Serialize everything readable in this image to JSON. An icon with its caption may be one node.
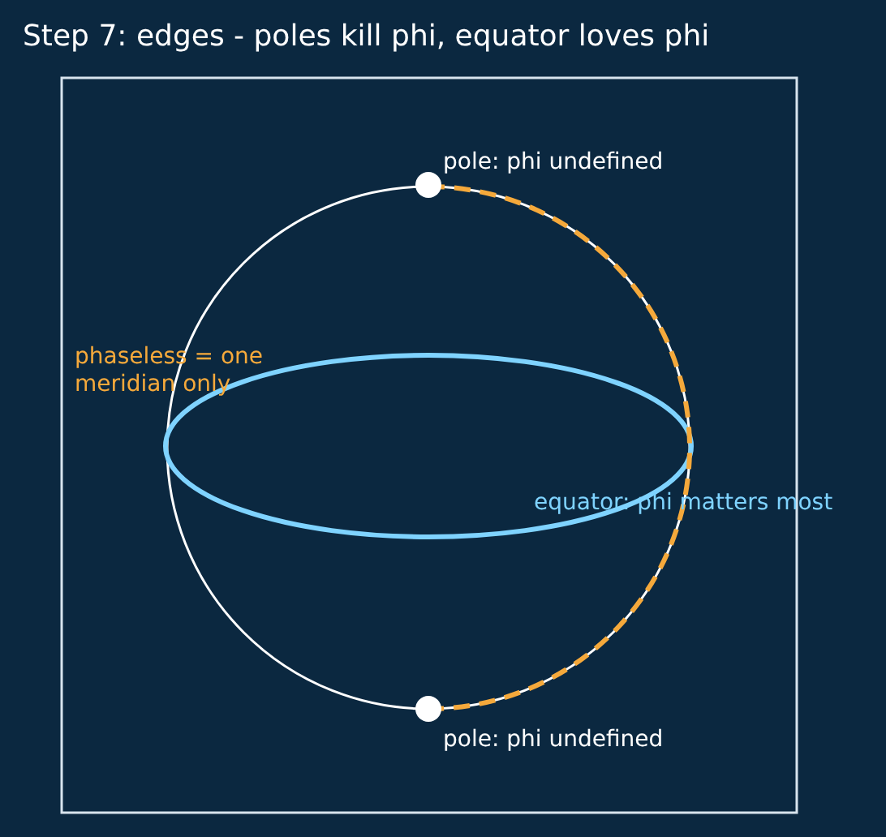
{
  "diagram": {
    "title": "Step 7: edges - poles kill phi, equator loves phi",
    "labels": [
      "pole: phi undefined",
      "phaseless = one meridian only",
      "equator: phi matters most",
      "pole: phi undefined"
    ]
  }
}
